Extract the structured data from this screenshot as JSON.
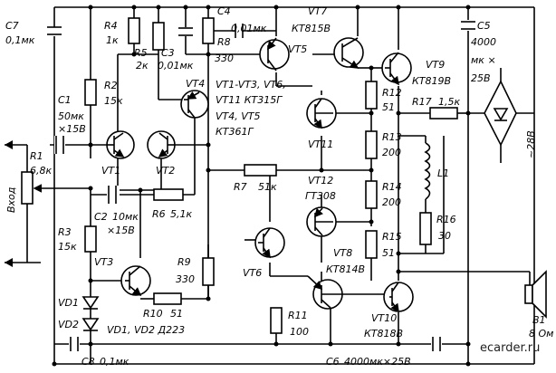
{
  "schematic": {
    "components": {
      "c7": {
        "name": "C7",
        "value": "0,1мк"
      },
      "r4": {
        "name": "R4",
        "value": "1к"
      },
      "c4": {
        "name": "C4",
        "value": "0,01мк"
      },
      "vt7": {
        "name": "VT7",
        "value": "КТ815В"
      },
      "c5": {
        "name": "C5",
        "value": "4000",
        "value2": "мк ×",
        "value3": "25В"
      },
      "r2": {
        "name": "R2",
        "value": "15к"
      },
      "r5": {
        "name": "R5",
        "value": "2к"
      },
      "c3": {
        "name": "C3",
        "value": "0,01мк"
      },
      "r8": {
        "name": "R8",
        "value": "330"
      },
      "vt5": {
        "name": "VT5"
      },
      "vt9": {
        "name": "VT9",
        "value": "КТ819В"
      },
      "c1": {
        "name": "C1",
        "value": "50мк",
        "value2": "×15В"
      },
      "vt4": {
        "name": "VT4"
      },
      "types": {
        "line1": "VT1-VT3, VT6,",
        "line2": "VT11 КТ315Г",
        "line3": "VT4, VT5",
        "line4": "КТ361Г"
      },
      "r12": {
        "name": "R12",
        "value": "51"
      },
      "r17": {
        "name": "R17",
        "value": "1,5к"
      },
      "r1": {
        "name": "R1",
        "value": "6,8к"
      },
      "vt1": {
        "name": "VT1"
      },
      "vt2": {
        "name": "VT2"
      },
      "vt11": {
        "name": "VT11"
      },
      "r13": {
        "name": "R13",
        "value": "200"
      },
      "supply": {
        "label": "~28В"
      },
      "input": {
        "label": "Вход"
      },
      "r7": {
        "name": "R7",
        "value": "51к"
      },
      "l1": {
        "name": "L1"
      },
      "c2": {
        "name": "C2",
        "value": "10мк",
        "value2": "×15В"
      },
      "r6": {
        "name": "R6",
        "value": "5,1к"
      },
      "vt12": {
        "name": "VT12",
        "value": "ГТ308"
      },
      "r14": {
        "name": "R14",
        "value": "200"
      },
      "r3": {
        "name": "R3",
        "value": "15к"
      },
      "r16": {
        "name": "R16",
        "value": "30"
      },
      "vt3": {
        "name": "VT3"
      },
      "vt6": {
        "name": "VT6"
      },
      "r9": {
        "name": "R9",
        "value": "330"
      },
      "vt8": {
        "name": "VT8",
        "value": "КТ814В"
      },
      "r15": {
        "name": "R15",
        "value": "51"
      },
      "vd1": {
        "name": "VD1"
      },
      "vd2": {
        "name": "VD2"
      },
      "r10": {
        "name": "R10",
        "value": "51"
      },
      "r11": {
        "name": "R11",
        "value": "100"
      },
      "vd12": {
        "label": "VD1, VD2  Д223"
      },
      "vt10": {
        "name": "VT10",
        "value": "КТ818В"
      },
      "b1": {
        "name": "B1",
        "value": "8 Ом"
      },
      "c8": {
        "name": "C8",
        "value": "0,1мк"
      },
      "c6": {
        "name": "C6",
        "value": "4000мк×25В"
      }
    },
    "watermark": "ecarder.ru"
  }
}
